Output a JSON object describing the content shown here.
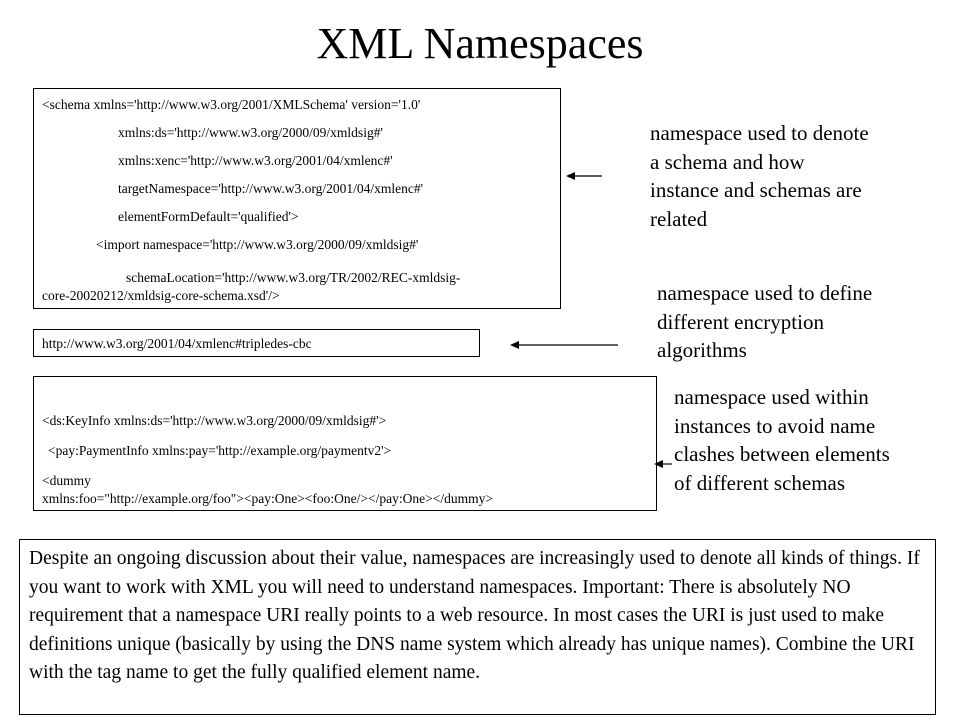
{
  "title": "XML Namespaces",
  "schema_box": {
    "lines": [
      "<schema xmlns='http://www.w3.org/2001/XMLSchema' version='1.0'",
      "xmlns:ds='http://www.w3.org/2000/09/xmldsig#'",
      "xmlns:xenc='http://www.w3.org/2001/04/xmlenc#'",
      "targetNamespace='http://www.w3.org/2001/04/xmlenc#'",
      "elementFormDefault='qualified'>",
      "<import namespace='http://www.w3.org/2000/09/xmldsig#'",
      "schemaLocation='http://www.w3.org/TR/2002/REC-xmldsig-",
      "core-20020212/xmldsig-core-schema.xsd'/>"
    ]
  },
  "algorithm_box": {
    "text": "http://www.w3.org/2001/04/xmlenc#tripledes-cbc"
  },
  "instance_box": {
    "lines": [
      "<ds:KeyInfo xmlns:ds='http://www.w3.org/2000/09/xmldsig#'>",
      "<pay:PaymentInfo xmlns:pay='http://example.org/paymentv2'>",
      "<dummy",
      "xmlns:foo=\"http://example.org/foo\"><pay:One><foo:One/></pay:One></dummy>"
    ]
  },
  "notes": {
    "schema": "namespace used to denote\na schema and how\ninstance and schemas are\nrelated",
    "algorithms": "namespace used to define\ndifferent encryption\nalgorithms",
    "instances": "namespace used within\ninstances to avoid name\nclashes between elements\nof different schemas"
  },
  "summary": {
    "text": "Despite an ongoing discussion about their value, namespaces are increasingly used to denote all kinds of things. If you want to work with XML you will need to understand namespaces. Important: There is absolutely NO requirement that a namespace URI really points to a web resource. In most cases the URI is just used to make definitions unique (basically by using the DNS name system which already has unique names). Combine the URI with the tag name to get the fully qualified element name."
  }
}
